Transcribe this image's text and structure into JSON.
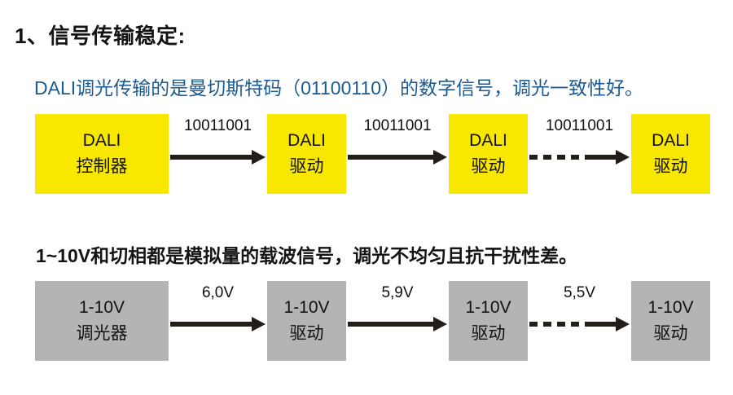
{
  "slide": {
    "background_color": "#ffffff",
    "title": "1、信号传输稳定:",
    "accent_blue": "#1c5a93",
    "yellow": "#F8E800",
    "gray": "#B4B4B4",
    "arrow_color": "#231f18"
  },
  "dali_section": {
    "description": "DALI调光传输的是曼切斯特码（01100110）的数字信号，调光一致性好。",
    "nodes": [
      {
        "line1": "DALI",
        "line2": "控制器"
      },
      {
        "line1": "DALI",
        "line2": "驱动"
      },
      {
        "line1": "DALI",
        "line2": "驱动"
      },
      {
        "line1": "DALI",
        "line2": "驱动"
      }
    ],
    "connectors": [
      {
        "label": "10011001",
        "style": "solid"
      },
      {
        "label": "10011001",
        "style": "solid"
      },
      {
        "label": "10011001",
        "style": "dashed"
      }
    ]
  },
  "analog_section": {
    "description": "1~10V和切相都是模拟量的载波信号，调光不均匀且抗干扰性差。",
    "nodes": [
      {
        "line1": "1-10V",
        "line2": "调光器"
      },
      {
        "line1": "1-10V",
        "line2": "驱动"
      },
      {
        "line1": "1-10V",
        "line2": "驱动"
      },
      {
        "line1": "1-10V",
        "line2": "驱动"
      }
    ],
    "connectors": [
      {
        "label": "6,0V",
        "style": "solid"
      },
      {
        "label": "5,9V",
        "style": "solid"
      },
      {
        "label": "5,5V",
        "style": "dashed"
      }
    ]
  }
}
